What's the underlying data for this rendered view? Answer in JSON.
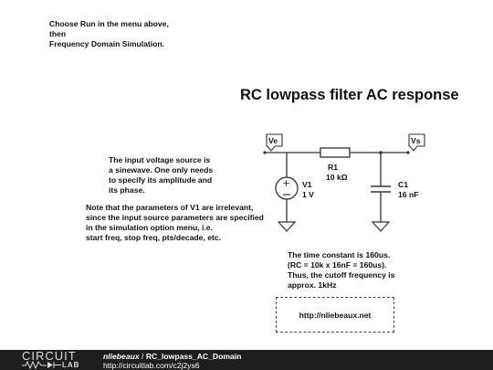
{
  "instructions": "Choose Run in the menu above,\nthen\nFrequency Domain Simulation.",
  "title": "RC lowpass filter AC response",
  "input_description": "The input voltage source is\na sinewave. One only needs\nto specify its amplitude and\nits phase.",
  "parameters_note": "Note that the parameters of V1 are irrelevant,\nsince the input source parameters are specified\nin the simulation option menu, i.e.\nstart freq, stop freq, pts/decade, etc.",
  "time_constant_note": "The time constant is 160us.\n(RC = 10k x 16nF = 160us).\nThus, the cutoff frequency is\napprox. 1kHz",
  "link": "http://nliebeaux.net",
  "schematic": {
    "node_in": "Ve",
    "node_out": "Vs",
    "resistor": {
      "name": "R1",
      "value": "10 kΩ"
    },
    "capacitor": {
      "name": "C1",
      "value": "16 nF"
    },
    "source": {
      "name": "V1",
      "value": "1 V"
    }
  },
  "footer": {
    "logo_top": "CIRCUIT",
    "logo_bottom": "LAB",
    "author": "nliebeaux",
    "separator": " / ",
    "circuit_name": "RC_lowpass_AC_Domain",
    "url": "http://circuitlab.com/c2j2ys6"
  },
  "colors": {
    "footer_bg": "#1e1e1e",
    "wire": "#333333"
  }
}
